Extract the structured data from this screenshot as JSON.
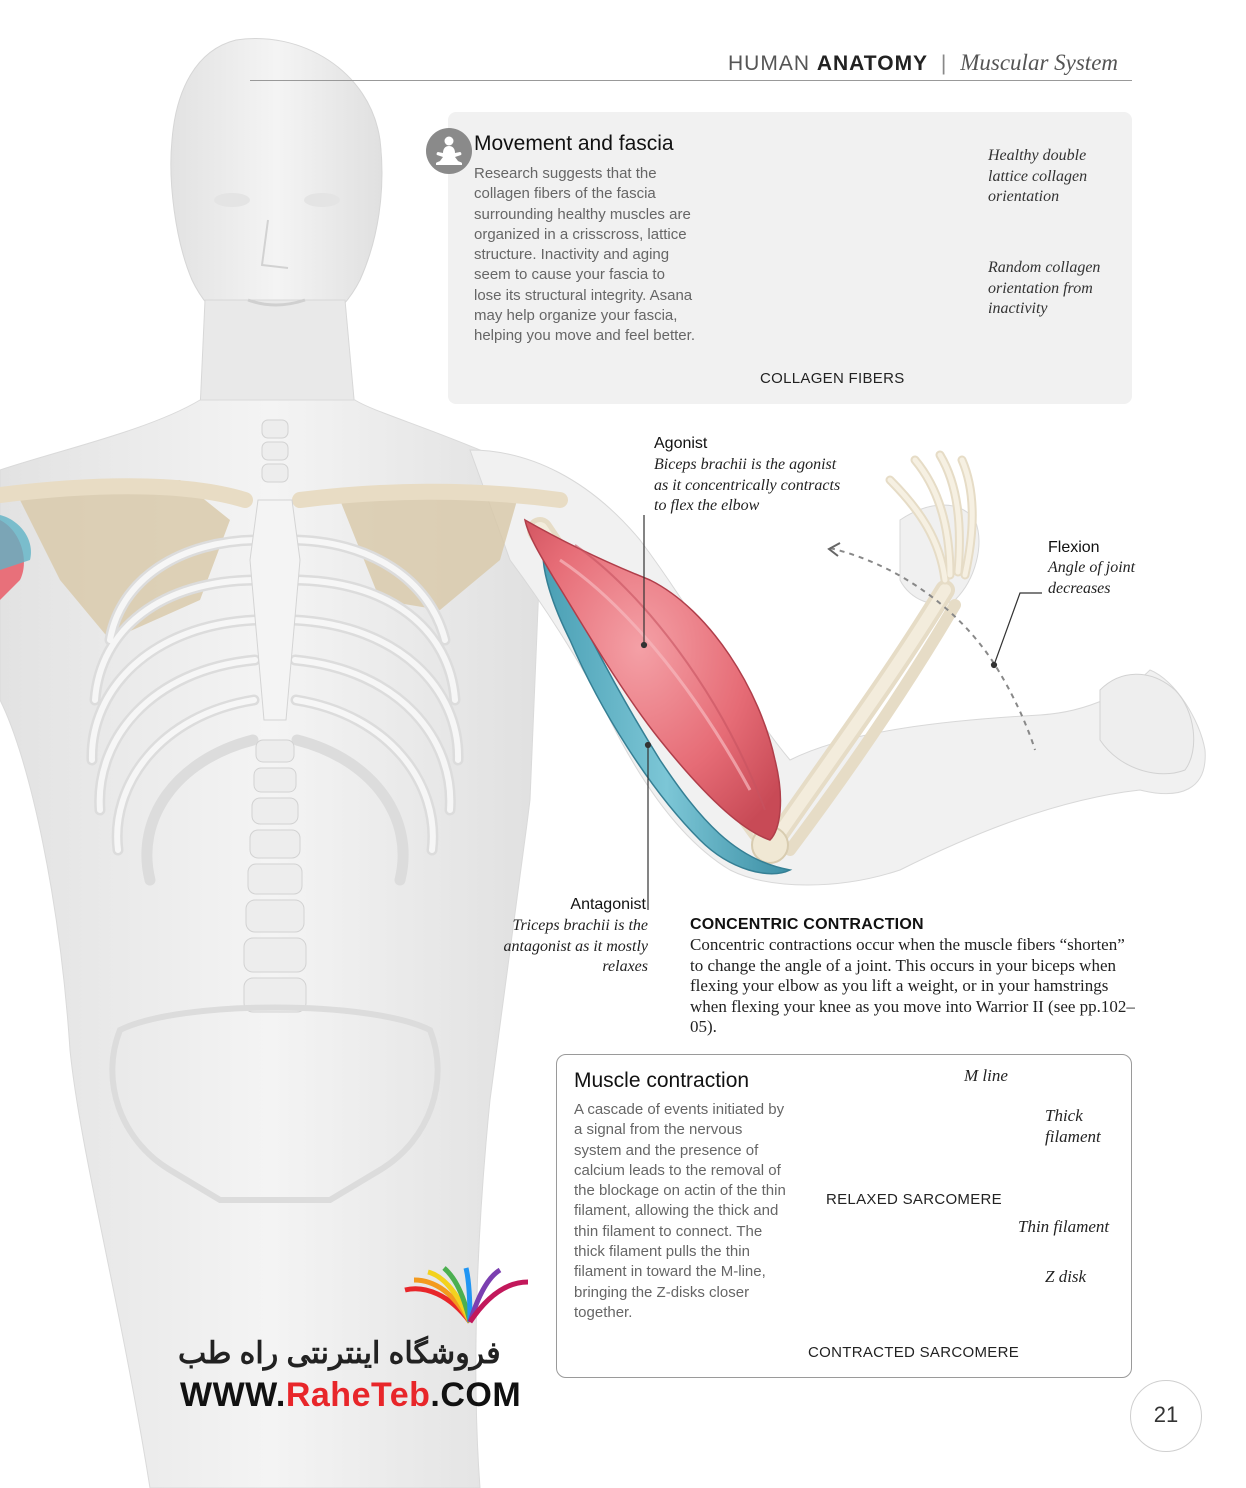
{
  "header": {
    "section_light": "HUMAN",
    "section_bold": "ANATOMY",
    "separator": "|",
    "subsection": "Muscular System"
  },
  "fascia_box": {
    "icon": "yoga-meditation-icon",
    "title": "Movement and fascia",
    "body": "Research suggests that the collagen fibers of the fascia surrounding healthy muscles are organized in a crisscross, lattice structure. Inactivity and aging seem to cause your fascia to lose its structural integrity. Asana may help organize your fascia, helping you move and feel better.",
    "label_healthy": "Healthy double lattice collagen orientation",
    "label_random": "Random collagen orientation from inactivity",
    "caption": "COLLAGEN FIBERS"
  },
  "anatomy_labels": {
    "agonist_title": "Agonist",
    "agonist_text": "Biceps brachii is the agonist as it concentrically contracts to flex the elbow",
    "flexion_title": "Flexion",
    "flexion_text": "Angle of joint decreases",
    "antagonist_title": "Antagonist",
    "antagonist_text": "Triceps brachii is the antagonist as it mostly relaxes"
  },
  "concentric": {
    "title": "CONCENTRIC CONTRACTION",
    "body": "Concentric contractions occur when the muscle fibers “shorten” to change the angle of a joint. This occurs in your biceps when flexing your elbow as you lift a weight, or in your hamstrings when flexing your knee as you move into Warrior II (see pp.102–05)."
  },
  "muscle_contraction": {
    "title": "Muscle contraction",
    "body": "A cascade of events initiated by a signal from the nervous system and the presence of calcium leads to the removal of the blockage on actin of the thin filament, allowing the thick and thin filament to connect. The thick filament pulls the thin filament in toward the M-line, bringing the Z-disks closer together.",
    "label_m_line": "M line",
    "label_thick": "Thick filament",
    "caption_relaxed": "RELAXED SARCOMERE",
    "label_thin": "Thin filament",
    "label_z_disk": "Z disk",
    "caption_contracted": "CONTRACTED SARCOMERE"
  },
  "watermark": {
    "persian": "فروشگاه اینترنتی راه طب",
    "url_prefix": "WWW.",
    "url_accent": "RaheTeb",
    "url_suffix": ".COM"
  },
  "page_number": "21",
  "colors": {
    "biceps": "#e8707a",
    "triceps": "#5fb3c6",
    "bone": "#efe6d2",
    "skeleton": "#f2f2f2",
    "body_shell": "#ececec",
    "collagen": "#f2a48c",
    "sarcomere_red": "#e05a3c",
    "sarcomere_blue": "#3a9bb4",
    "panel_bg": "#f1f1f1"
  }
}
